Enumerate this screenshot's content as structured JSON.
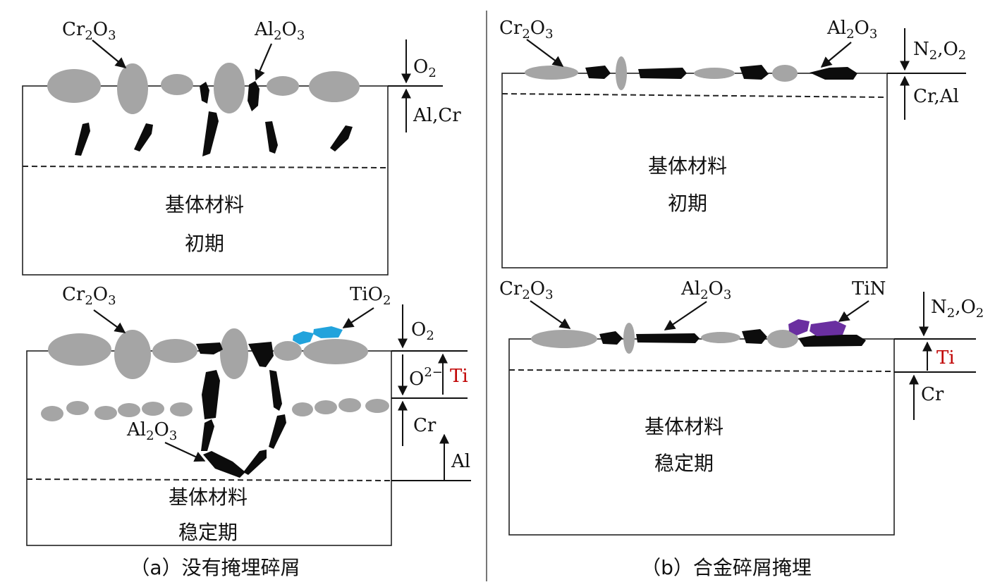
{
  "labels": {
    "cr2o3": "Cr2O3",
    "al2o3": "Al2O3",
    "tio2": "TiO2",
    "tin": "TiN",
    "o2": "O2",
    "o2minus": "O2−",
    "n2o2": "N2,O2",
    "alcr": "Al,Cr",
    "cral": "Cr,Al",
    "cr": "Cr",
    "ti": "Ti",
    "al": "Al"
  },
  "text": {
    "substrate": "基体材料",
    "initial": "初期",
    "stable": "稳定期"
  },
  "captions": {
    "a": "（a）没有掩埋碎屑",
    "b": "（b）合金碎屑掩埋"
  },
  "colors": {
    "cr2o3": "#a5a5a5",
    "al2o3": "#0c0c0c",
    "tio2": "#22a3dc",
    "tin": "#6a2fa0",
    "ti_label": "#c00000"
  }
}
